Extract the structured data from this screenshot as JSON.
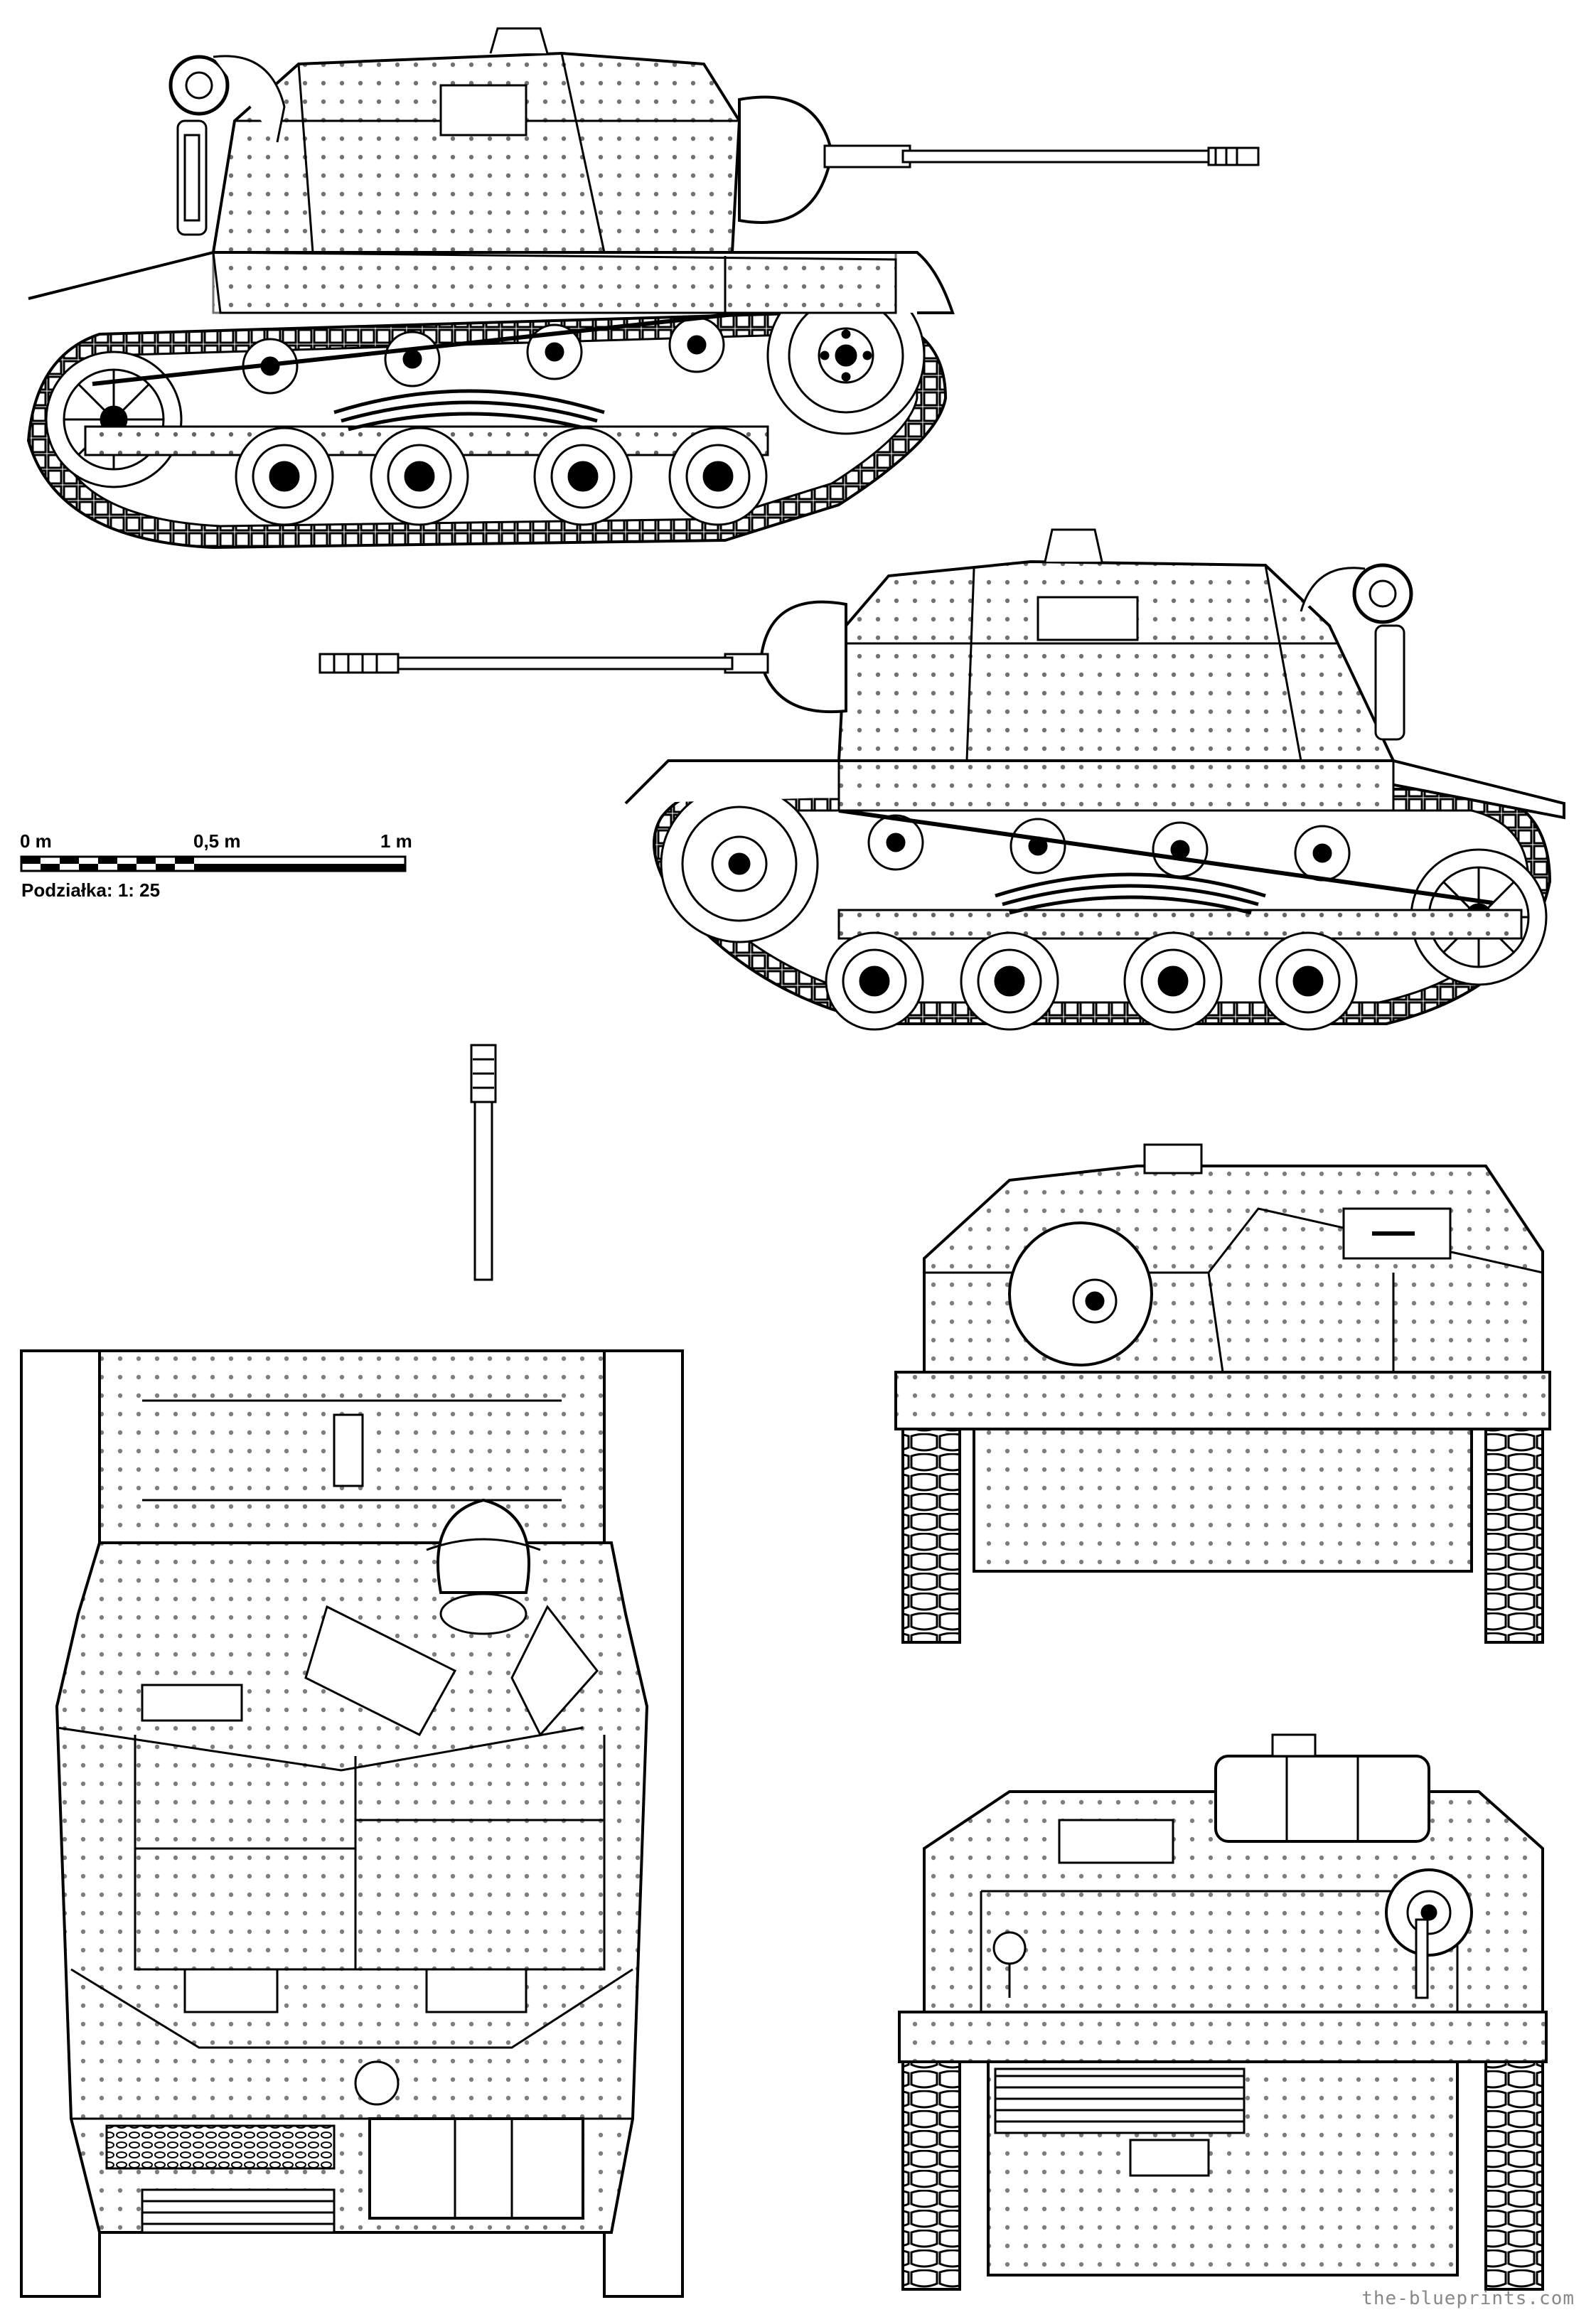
{
  "scale_bar": {
    "tick_0": "0 m",
    "tick_mid": "0,5 m",
    "tick_end": "1 m",
    "caption": "Podziałka: 1: 25"
  },
  "watermark": "the-blueprints.com",
  "views": [
    {
      "name": "side-view-left"
    },
    {
      "name": "side-view-right"
    },
    {
      "name": "top-view"
    },
    {
      "name": "front-view"
    },
    {
      "name": "rear-view"
    }
  ]
}
